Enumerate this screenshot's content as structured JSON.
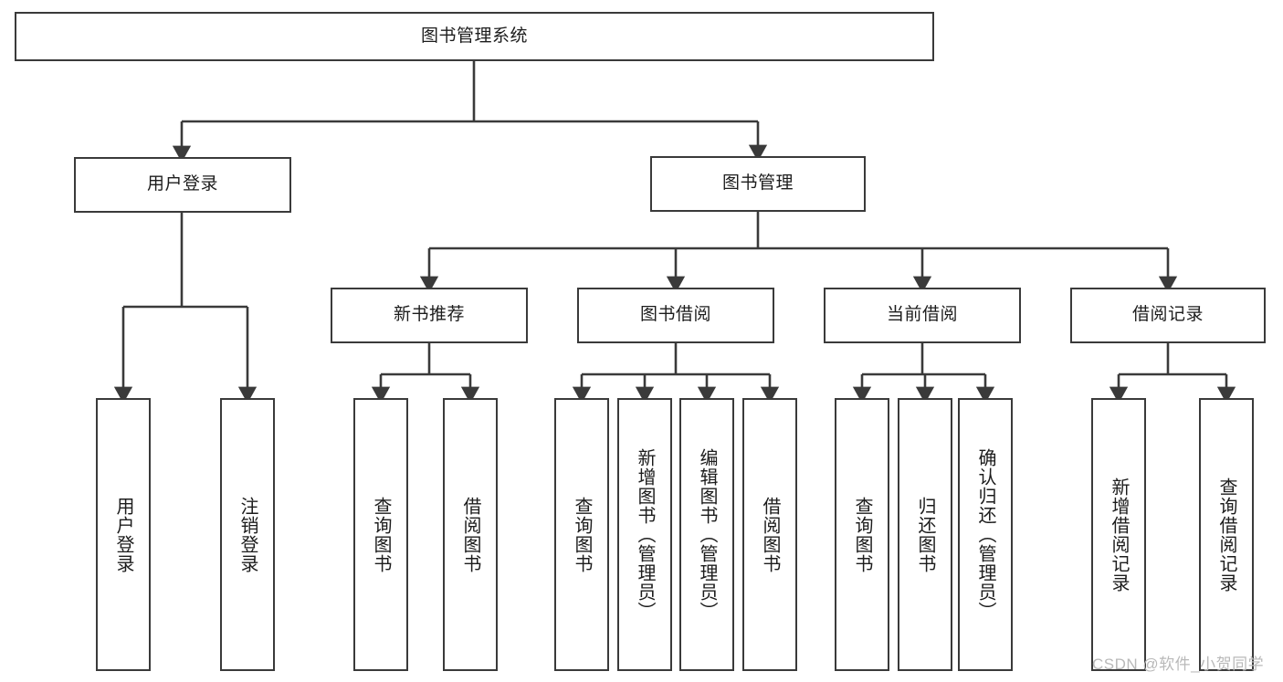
{
  "diagram": {
    "type": "tree-hierarchy",
    "title": "图书管理系统",
    "watermark": "CSDN @软件_小贺同学",
    "colors": {
      "box_border": "#3a3a3a",
      "box_fill": "#ffffff",
      "connector": "#3a3a3a",
      "text": "#1c1c1c",
      "watermark": "#b9b9b9",
      "background": "#ffffff"
    },
    "levels": {
      "root": "图书管理系统",
      "level2": [
        "用户登录",
        "图书管理"
      ],
      "level3": [
        "新书推荐",
        "图书借阅",
        "当前借阅",
        "借阅记录"
      ]
    },
    "nodes": {
      "root": {
        "label": "图书管理系统"
      },
      "user_login": {
        "label": "用户登录"
      },
      "book_manage": {
        "label": "图书管理"
      },
      "new_book_rec": {
        "label": "新书推荐"
      },
      "book_borrow": {
        "label": "图书借阅"
      },
      "current_borrow": {
        "label": "当前借阅"
      },
      "borrow_record": {
        "label": "借阅记录"
      }
    },
    "leaves": {
      "user_login": [
        {
          "label": "用户登录"
        },
        {
          "label": "注销登录"
        }
      ],
      "new_book_rec": [
        {
          "label": "查询图书"
        },
        {
          "label": "借阅图书"
        }
      ],
      "book_borrow": [
        {
          "label": "查询图书"
        },
        {
          "label": "新增图书（管理员）"
        },
        {
          "label": "编辑图书（管理员）"
        },
        {
          "label": "借阅图书"
        }
      ],
      "current_borrow": [
        {
          "label": "查询图书"
        },
        {
          "label": "归还图书"
        },
        {
          "label": "确认归还（管理员）"
        }
      ],
      "borrow_record": [
        {
          "label": "新增借阅记录"
        },
        {
          "label": "查询借阅记录"
        }
      ]
    },
    "edges": [
      {
        "from": "图书管理系统",
        "to": "用户登录"
      },
      {
        "from": "图书管理系统",
        "to": "图书管理"
      },
      {
        "from": "用户登录",
        "to": "用户登录"
      },
      {
        "from": "用户登录",
        "to": "注销登录"
      },
      {
        "from": "图书管理",
        "to": "新书推荐"
      },
      {
        "from": "图书管理",
        "to": "图书借阅"
      },
      {
        "from": "图书管理",
        "to": "当前借阅"
      },
      {
        "from": "图书管理",
        "to": "借阅记录"
      },
      {
        "from": "新书推荐",
        "to": "查询图书"
      },
      {
        "from": "新书推荐",
        "to": "借阅图书"
      },
      {
        "from": "图书借阅",
        "to": "查询图书"
      },
      {
        "from": "图书借阅",
        "to": "新增图书（管理员）"
      },
      {
        "from": "图书借阅",
        "to": "编辑图书（管理员）"
      },
      {
        "from": "图书借阅",
        "to": "借阅图书"
      },
      {
        "from": "当前借阅",
        "to": "查询图书"
      },
      {
        "from": "当前借阅",
        "to": "归还图书"
      },
      {
        "from": "当前借阅",
        "to": "确认归还（管理员）"
      },
      {
        "from": "借阅记录",
        "to": "新增借阅记录"
      },
      {
        "from": "借阅记录",
        "to": "查询借阅记录"
      }
    ]
  }
}
